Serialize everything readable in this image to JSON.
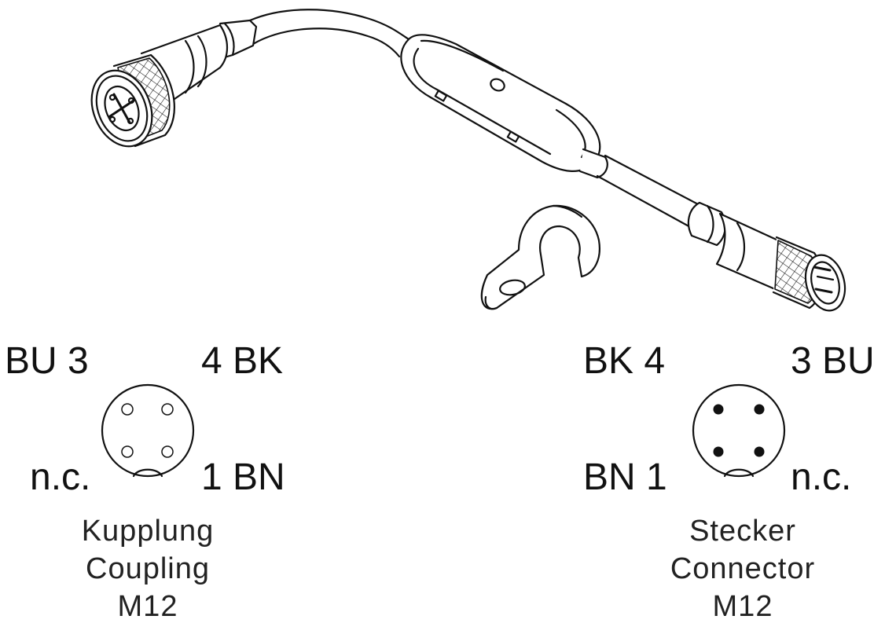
{
  "coupling": {
    "pin_top_left": "BU 3",
    "pin_top_right": "4 BK",
    "pin_bottom_left": "n.c.",
    "pin_bottom_right": "1 BN",
    "caption_de": "Kupplung",
    "caption_en": "Coupling",
    "caption_size": "M12",
    "pin_style": "hollow"
  },
  "connector": {
    "pin_top_left": "BK 4",
    "pin_top_right": "3 BU",
    "pin_bottom_left": "BN 1",
    "pin_bottom_right": "n.c.",
    "caption_de": "Stecker",
    "caption_en": "Connector",
    "caption_size": "M12",
    "pin_style": "filled"
  },
  "colors": {
    "line": "#111111",
    "background": "#ffffff"
  }
}
